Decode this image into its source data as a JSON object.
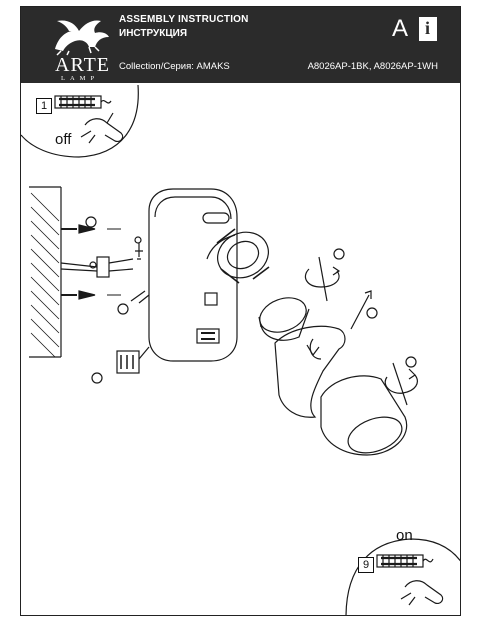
{
  "header": {
    "brand": "ARTE",
    "brand_sub": "LAMP",
    "title_en": "ASSEMBLY INSTRUCTION",
    "title_ru": "ИНСТРУКЦИЯ",
    "collection": "Collection/Серия: AMAKS",
    "models": "A8026AP-1BK, A8026AP-1WH",
    "sheet_letter": "A",
    "info_glyph": "i"
  },
  "steps": {
    "first": {
      "number": "1",
      "label": "off"
    },
    "last": {
      "number": "9",
      "label": "on"
    }
  },
  "colors": {
    "header_bg": "#2b2b2b",
    "line": "#1a1a1a"
  },
  "icons": [
    "griffin-logo-icon",
    "info-book-icon",
    "switch-hand-icon",
    "wall-hatch-icon",
    "rotate-arrow-icon"
  ]
}
